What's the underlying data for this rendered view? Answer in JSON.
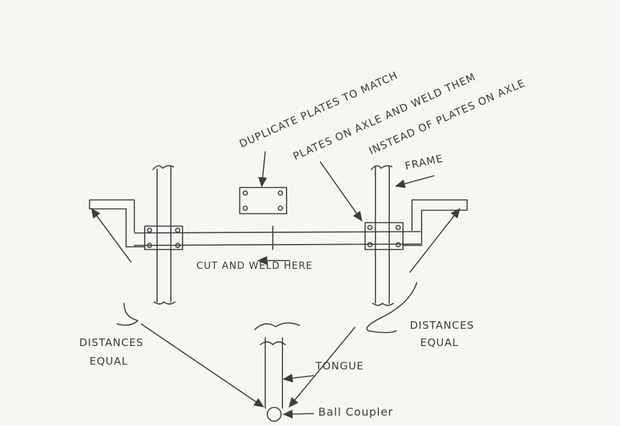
{
  "labels": {
    "note_line1": "Duplicate Plates to Match",
    "note_line2": "Plates on Axle and Weld them",
    "note_line3": "Instead of Plates on Axle",
    "frame": "Frame",
    "cut_weld": "Cut and Weld Here",
    "distances_left": [
      "Distances",
      "Equal"
    ],
    "distances_right": [
      "Distances",
      "Equal"
    ],
    "tongue": "Tongue",
    "ball_coupler": "Ball Coupler"
  },
  "colors": {
    "paper": "#f7f6f2",
    "pencil": "#3d3d3d"
  }
}
